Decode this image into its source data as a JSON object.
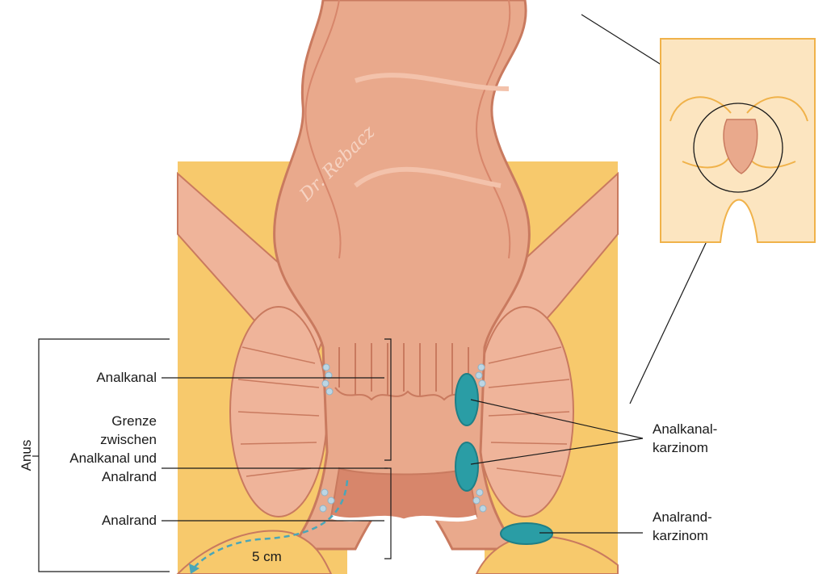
{
  "labels": {
    "anus": "Anus",
    "analkanal": "Analkanal",
    "grenze": [
      "Grenze",
      "zwischen",
      "Analkanal und",
      "Analrand"
    ],
    "analrand": "Analrand",
    "distance": "5 cm",
    "analkanal_karzinom": [
      "Analkanal-",
      "karzinom"
    ],
    "analrand_karzinom": [
      "Analrand-",
      "karzinom"
    ]
  },
  "signature": "Dr. Rebacz",
  "colors": {
    "background": "#ffffff",
    "fat": "#f7c96c",
    "tissue": "#e9a98c",
    "tissue_dark": "#d7866b",
    "muscle": "#efb49a",
    "tumor": "#2a9da5",
    "line": "#1a1a1a",
    "inset_fill": "#fce5c0",
    "inset_stroke": "#f0b24a"
  }
}
